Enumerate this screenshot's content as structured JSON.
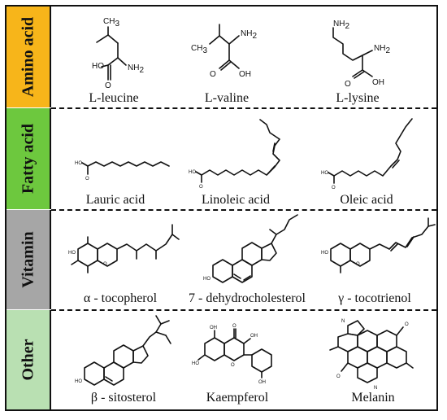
{
  "colors": {
    "amino_band": "#f7b51a",
    "fatty_band": "#6dc83e",
    "vitamin_band": "#a6a6a6",
    "other_band": "#b9e0b2",
    "line": "#111111"
  },
  "categories": [
    {
      "label": "Amino acid",
      "compounds": [
        "L-leucine",
        "L-valine",
        "L-lysine"
      ]
    },
    {
      "label": "Fatty acid",
      "compounds": [
        "Lauric acid",
        "Linoleic acid",
        "Oleic acid"
      ]
    },
    {
      "label": "Vitamin",
      "compounds": [
        "α - tocopherol",
        "7 - dehydrocholesterol",
        "γ - tocotrienol"
      ]
    },
    {
      "label": "Other",
      "compounds": [
        "β - sitosterol",
        "Kaempferol",
        "Melanin"
      ]
    }
  ],
  "atom_labels": {
    "ch3": "CH",
    "three": "3",
    "nh2": "NH",
    "two": "2",
    "ho": "HO",
    "oh": "OH",
    "o": "O",
    "n": "N",
    "ho_small": "HO",
    "oh_small": "OH",
    "o_small": "O"
  }
}
